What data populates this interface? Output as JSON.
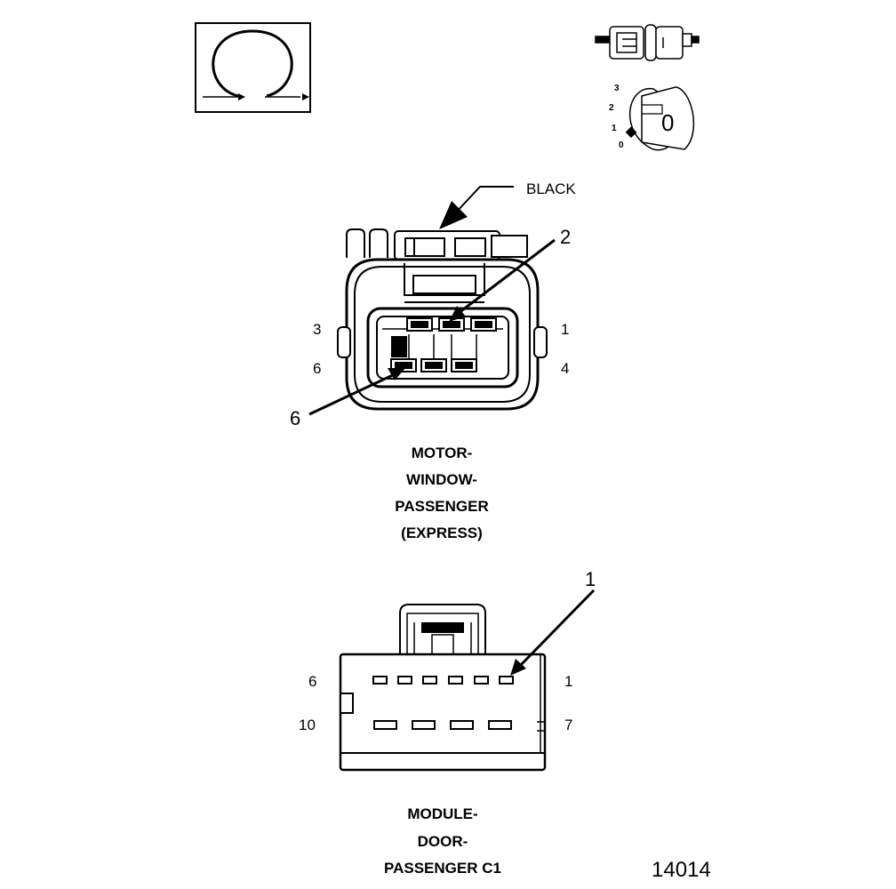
{
  "connector1": {
    "color_label": "BLACK",
    "callout_pin_top": "2",
    "callout_pin_bottom": "6",
    "pin_top_left": "3",
    "pin_top_right": "1",
    "pin_bottom_left": "6",
    "pin_bottom_right": "4",
    "title_lines": [
      "MOTOR-",
      "WINDOW-",
      "PASSENGER",
      "(EXPRESS)"
    ]
  },
  "connector2": {
    "callout_pin": "1",
    "pin_top_left": "6",
    "pin_top_right": "1",
    "pin_bottom_left": "10",
    "pin_bottom_right": "7",
    "title_lines": [
      "MODULE-",
      "DOOR-",
      "PASSENGER C1"
    ]
  },
  "symbols": {
    "position_numbers": [
      "3",
      "2",
      "1",
      "0"
    ],
    "key_label": "0",
    "omega_icon": "omega-ohm-symbol-icon",
    "connector_icon": "inline-connector-icon",
    "ignition_icon": "ignition-key-icon"
  },
  "figure_number": "14014"
}
